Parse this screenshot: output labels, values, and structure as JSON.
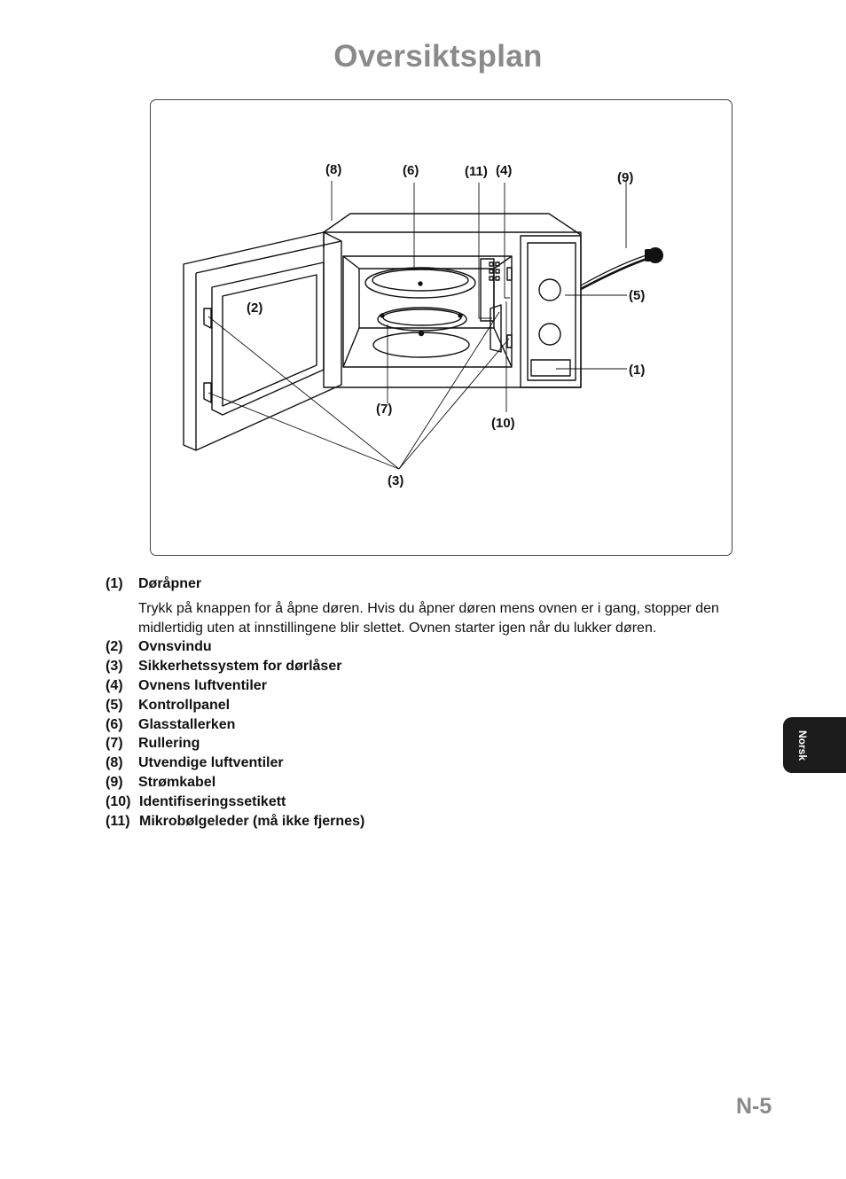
{
  "page": {
    "title": "Oversiktsplan",
    "page_number": "N-5",
    "side_tab": "Norsk"
  },
  "figure": {
    "callouts": {
      "c1": "(1)",
      "c2": "(2)",
      "c3": "(3)",
      "c4": "(4)",
      "c5": "(5)",
      "c6": "(6)",
      "c7": "(7)",
      "c8": "(8)",
      "c9": "(9)",
      "c10": "(10)",
      "c11": "(11)"
    }
  },
  "legend": {
    "items": [
      {
        "num": "(1)",
        "label": "Døråpner"
      },
      {
        "num": "(2)",
        "label": "Ovnsvindu"
      },
      {
        "num": "(3)",
        "label": "Sikkerhetssystem for dørlåser"
      },
      {
        "num": "(4)",
        "label": "Ovnens luftventiler"
      },
      {
        "num": "(5)",
        "label": "Kontrollpanel"
      },
      {
        "num": "(6)",
        "label": "Glasstallerken"
      },
      {
        "num": "(7)",
        "label": "Rullering"
      },
      {
        "num": "(8)",
        "label": "Utvendige luftventiler"
      },
      {
        "num": "(9)",
        "label": "Strømkabel"
      },
      {
        "num": "(10)",
        "label": "Identifiseringssetikett"
      },
      {
        "num": "(11)",
        "label": "Mikrobølgeleder (må ikke fjernes)"
      }
    ],
    "item1_description": "Trykk på knappen for å åpne døren. Hvis du åpner døren mens ovnen er i gang, stopper den midlertidig uten at innstillingene blir slettet. Ovnen starter igen når du lukker døren."
  }
}
